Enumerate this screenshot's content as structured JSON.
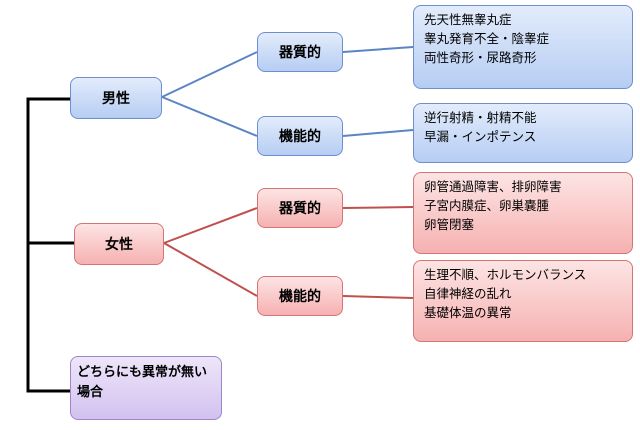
{
  "nodes": {
    "male": "男性",
    "female": "女性",
    "none": "どちらにも異常が無い場合",
    "male_organic": "器質的",
    "male_functional": "機能的",
    "female_organic": "器質的",
    "female_functional": "機能的"
  },
  "details": {
    "male_organic": [
      "先天性無睾丸症",
      "睾丸発育不全・陰睾症",
      "両性奇形・尿路奇形"
    ],
    "male_functional": [
      "逆行射精・射精不能",
      "早漏・インポテンス"
    ],
    "female_organic": [
      "卵管通過障害、排卵障害",
      "子宮内膜症、卵巣嚢腫",
      "卵管閉塞"
    ],
    "female_functional": [
      "生理不順、ホルモンバランス",
      "自律神経の乱れ",
      "基礎体温の異常"
    ]
  },
  "colors": {
    "male": "#4f81bd",
    "female": "#c0504d",
    "trunk": "#000000"
  }
}
